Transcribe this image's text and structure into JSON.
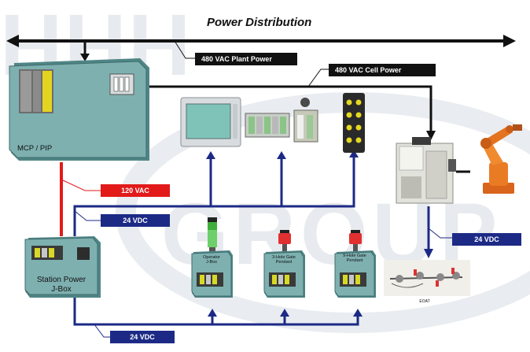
{
  "title": "Power Distribution",
  "labels": {
    "plant_power": "480 VAC Plant Power",
    "cell_power": "480 VAC Cell Power",
    "vac_120": "120 VAC",
    "vdc_24_top": "24 VDC",
    "vdc_24_bottom": "24 VDC",
    "vdc_24_robot": "24 VDC",
    "mcp_pip": "MCP / PIP",
    "station_power_line1": "Station Power",
    "station_power_line2": "J-Box",
    "operator_jbox_line1": "Operator",
    "operator_jbox_line2": "J-Box",
    "gate3_line1": "3-Hole Gate",
    "gate3_line2": "Pendant",
    "gate9_line1": "9-Hole Gate",
    "gate9_line2": "Pendant",
    "eoat": "EOAT"
  },
  "watermark": {
    "left": "HHH",
    "right": "GROUP"
  },
  "colors": {
    "black_line": "#111111",
    "red_line": "#e21a1a",
    "navy_line": "#1c2a86",
    "box_fill": "#6fa3a3",
    "box_dark": "#4d7d7d"
  }
}
